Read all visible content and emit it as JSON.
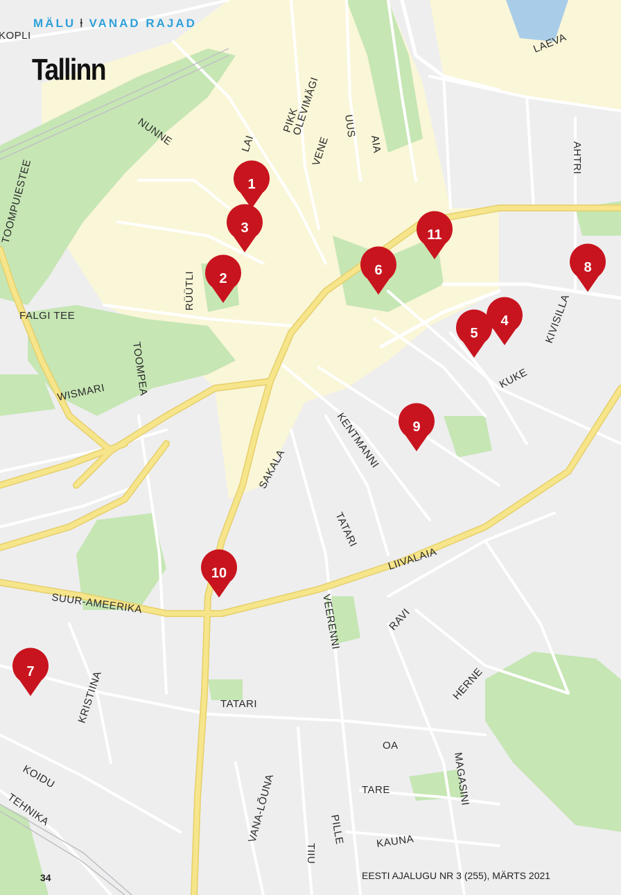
{
  "header": {
    "section": "MÄLU",
    "subsection": "VANAD RAJAD"
  },
  "title": "Tallinn",
  "page_number": "34",
  "footer": "EESTI AJALUGU NR 3 (255), MÄRTS 2021",
  "colors": {
    "pin": "#c8141e",
    "major_road": "#f6e58a",
    "park": "#c6e6b4",
    "old_town": "#faf6d8",
    "water": "#a9cde8",
    "background": "#eeeeef"
  },
  "street_labels": [
    {
      "id": "kopli",
      "text": "KOPLI"
    },
    {
      "id": "laeva",
      "text": "LAEVA"
    },
    {
      "id": "nunne",
      "text": "NUNNE"
    },
    {
      "id": "lai",
      "text": "LAI"
    },
    {
      "id": "pikk",
      "text": "PIKK"
    },
    {
      "id": "olevimagi",
      "text": "OLEVIMÄGI"
    },
    {
      "id": "vene",
      "text": "VENE"
    },
    {
      "id": "uus",
      "text": "UUS"
    },
    {
      "id": "aia",
      "text": "AIA"
    },
    {
      "id": "ahtri",
      "text": "AHTRI"
    },
    {
      "id": "toompuiestee",
      "text": "TOOMPUIESTEE"
    },
    {
      "id": "ruutli",
      "text": "RÜÜTLI"
    },
    {
      "id": "falgi",
      "text": "FALGI TEE"
    },
    {
      "id": "toompea",
      "text": "TOOMPEA"
    },
    {
      "id": "wismari",
      "text": "WISMARI"
    },
    {
      "id": "kivisilla",
      "text": "KIVISILLA"
    },
    {
      "id": "kuke",
      "text": "KUKE"
    },
    {
      "id": "kentmanni",
      "text": "KENTMANNI"
    },
    {
      "id": "sakala",
      "text": "SAKALA"
    },
    {
      "id": "tatari1",
      "text": "TATARI"
    },
    {
      "id": "liivalaia",
      "text": "LIIVALAIA"
    },
    {
      "id": "suurameerika",
      "text": "SUUR-AMEERIKA"
    },
    {
      "id": "veerenni",
      "text": "VEERENNI"
    },
    {
      "id": "ravi",
      "text": "RAVI"
    },
    {
      "id": "kristiina",
      "text": "KRISTIINA"
    },
    {
      "id": "herne",
      "text": "HERNE"
    },
    {
      "id": "tatari2",
      "text": "TATARI"
    },
    {
      "id": "oa",
      "text": "OA"
    },
    {
      "id": "koidu",
      "text": "KOIDU"
    },
    {
      "id": "magasini",
      "text": "MAGASINI"
    },
    {
      "id": "tare",
      "text": "TARE"
    },
    {
      "id": "tehnika",
      "text": "TEHNIKA"
    },
    {
      "id": "vanalouna",
      "text": "VANA-LÕUNA"
    },
    {
      "id": "pille",
      "text": "PILLE"
    },
    {
      "id": "kauna",
      "text": "KAUNA"
    },
    {
      "id": "tiiu",
      "text": "TIIU"
    }
  ],
  "markers": [
    {
      "id": "m1",
      "label": "1"
    },
    {
      "id": "m2",
      "label": "2"
    },
    {
      "id": "m3",
      "label": "3"
    },
    {
      "id": "m4",
      "label": "4"
    },
    {
      "id": "m5",
      "label": "5"
    },
    {
      "id": "m6",
      "label": "6"
    },
    {
      "id": "m7",
      "label": "7"
    },
    {
      "id": "m8",
      "label": "8"
    },
    {
      "id": "m9",
      "label": "9"
    },
    {
      "id": "m10",
      "label": "10"
    },
    {
      "id": "m11",
      "label": "11"
    }
  ]
}
